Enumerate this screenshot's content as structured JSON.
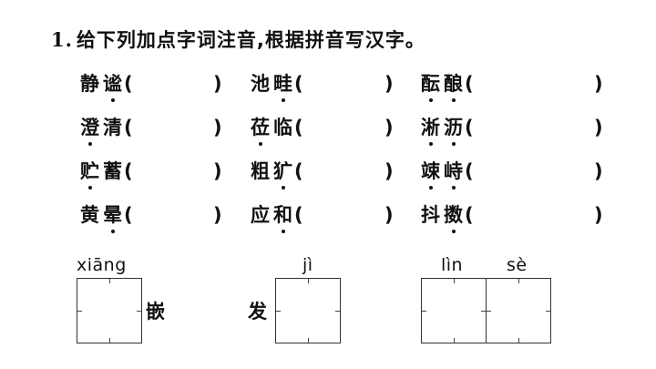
{
  "title": {
    "number": "1.",
    "text": "给下列加点字词注音,根据拼音写汉字。"
  },
  "rows": [
    [
      {
        "word": "静谧",
        "dots": [
          1
        ]
      },
      {
        "word": "池畦",
        "dots": [
          1
        ]
      },
      {
        "word": "酝酿",
        "dots": [
          0,
          1
        ]
      }
    ],
    [
      {
        "word": "澄清",
        "dots": [
          0
        ]
      },
      {
        "word": "莅临",
        "dots": [
          0
        ]
      },
      {
        "word": "淅沥",
        "dots": [
          0,
          1
        ]
      }
    ],
    [
      {
        "word": "贮蓄",
        "dots": [
          0
        ]
      },
      {
        "word": "粗犷",
        "dots": [
          1
        ]
      },
      {
        "word": "竦峙",
        "dots": [
          0,
          1
        ]
      }
    ],
    [
      {
        "word": "黄晕",
        "dots": [
          1
        ]
      },
      {
        "word": "应和",
        "dots": [
          1
        ]
      },
      {
        "word": "抖擞",
        "dots": [
          1
        ]
      }
    ]
  ],
  "paren_open": "(",
  "paren_close": ")",
  "write": {
    "item1": {
      "pinyin": "xiāng",
      "suffix": "嵌"
    },
    "item2": {
      "pinyin": "jì",
      "prefix": "发"
    },
    "item3": {
      "pinyin1": "lìn",
      "pinyin2": "sè"
    }
  }
}
